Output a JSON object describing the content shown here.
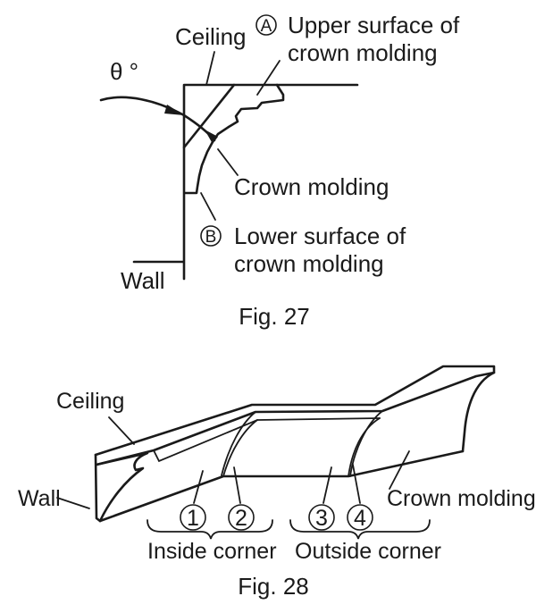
{
  "fig27": {
    "title": "Fig. 27",
    "labels": {
      "ceiling": "Ceiling",
      "theta": "θ °",
      "wall": "Wall",
      "crown_molding": "Crown molding",
      "marker_a": "A",
      "marker_b": "B",
      "upper_surface_line1": "Upper surface of",
      "upper_surface_line2": "crown molding",
      "lower_surface_line1": "Lower surface of",
      "lower_surface_line2": "crown molding"
    }
  },
  "fig28": {
    "title": "Fig. 28",
    "labels": {
      "ceiling": "Ceiling",
      "wall": "Wall",
      "crown_molding": "Crown molding",
      "inside_corner": "Inside corner",
      "outside_corner": "Outside corner"
    },
    "markers": [
      "1",
      "2",
      "3",
      "4"
    ]
  }
}
